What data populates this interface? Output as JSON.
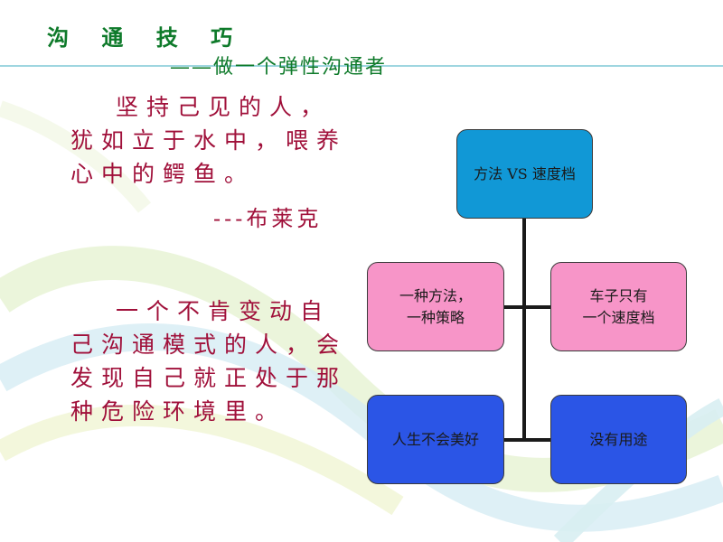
{
  "title": "沟 通 技 巧",
  "subtitle": "——做一个弹性沟通者",
  "quote1": "坚持己见的人，犹如立于水中，喂养心中的鳄鱼。",
  "author": "---布莱克",
  "quote2": "一个不肯变动自己沟通模式的人，会发现自己就正处于那种危险环境里。",
  "diagram": {
    "top": "方法 VS 速度档",
    "left1": "一种方法，\n一种策略",
    "right1": "车子只有\n一个速度档",
    "left2": "人生不会美好",
    "right2": "没有用途"
  },
  "colors": {
    "title": "#0e7a2a",
    "quote": "#a0103a",
    "top_box": "#1198d6",
    "pink_box": "#f795c8",
    "blue_box": "#2b55e6"
  }
}
